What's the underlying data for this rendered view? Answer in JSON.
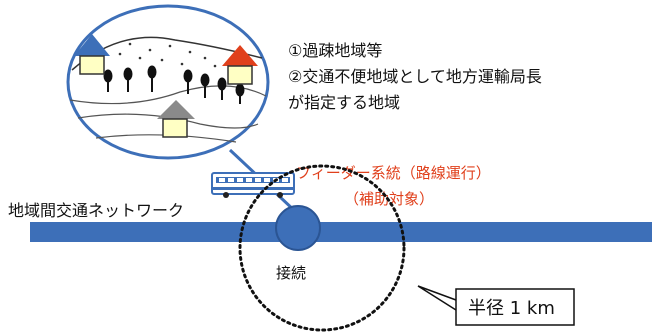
{
  "labels": {
    "area_line1": "①過疎地域等",
    "area_line2": "②交通不便地域として地方運輸局長",
    "area_line3": "が指定する地域",
    "feeder_line1": "フィーダー系統（路線運行）",
    "feeder_line2": "（補助対象）",
    "network": "地域間交通ネットワーク",
    "connection": "接続",
    "radius": "半径 1 km"
  },
  "colors": {
    "network_blue": "#3d6fb8",
    "feeder_red": "#e0401c",
    "house_body": "#ffffc4",
    "roof_blue": "#3d6fb8",
    "roof_red": "#e0401c",
    "roof_gray": "#8a8a8a"
  }
}
